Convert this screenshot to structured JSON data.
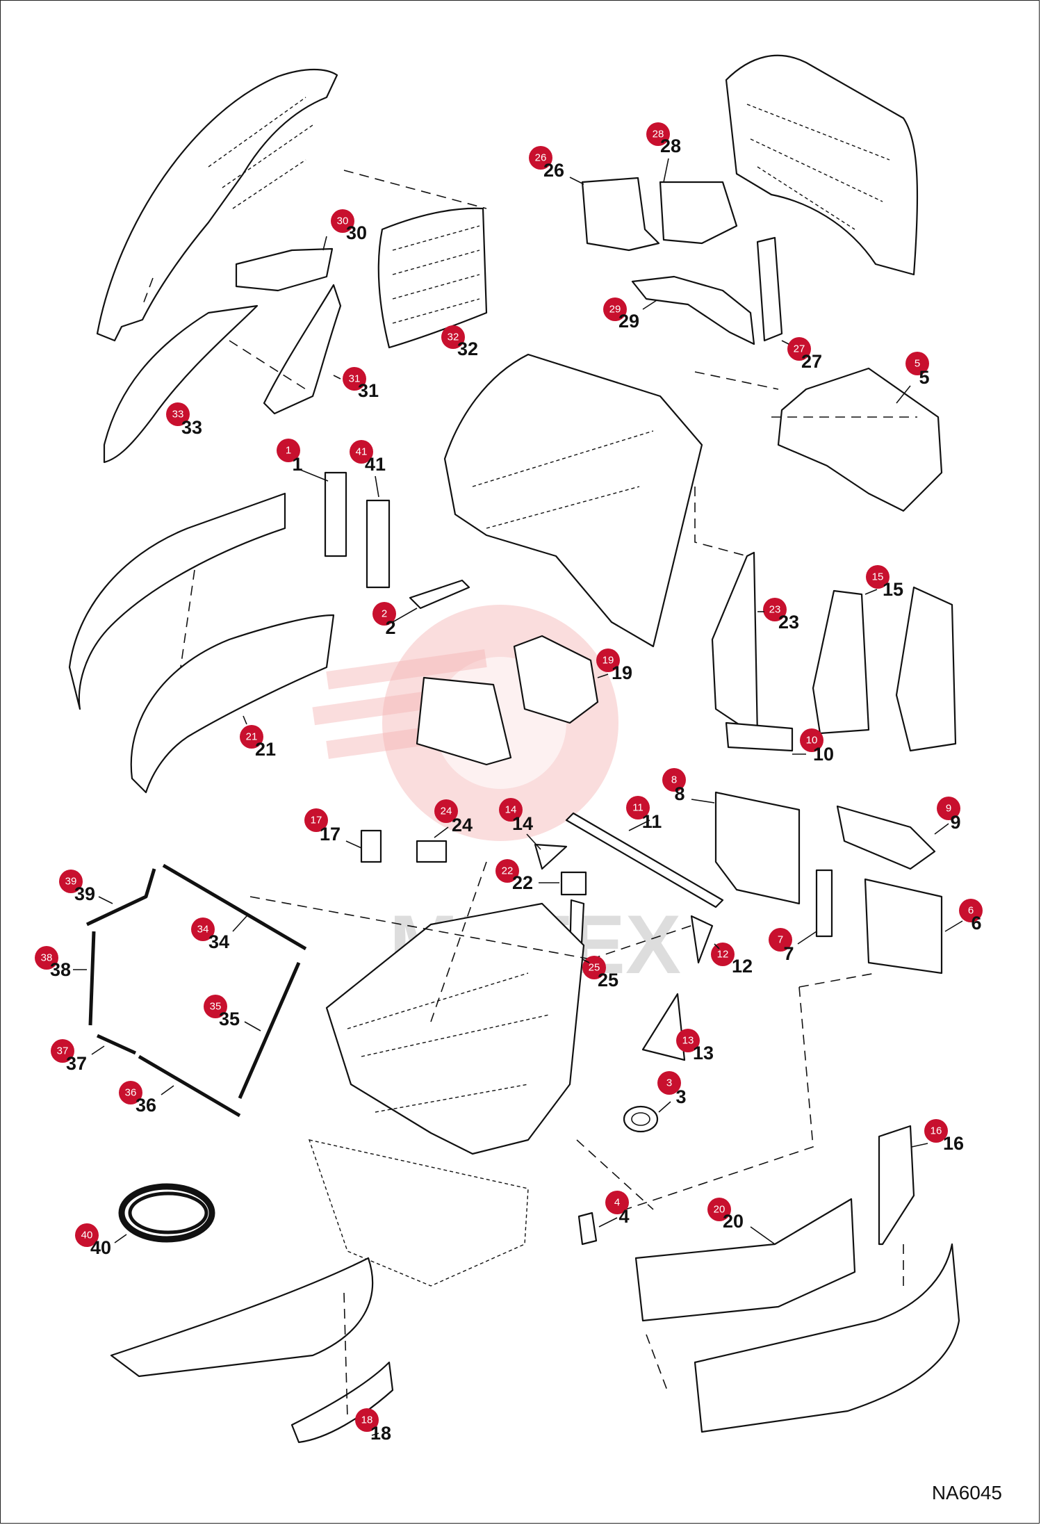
{
  "drawing_code": "NA6045",
  "watermark": "MHTEX",
  "colors": {
    "badge": "#c8102e",
    "line": "#111111",
    "watermark": "#f4b3b3"
  },
  "callouts": [
    {
      "id": "1",
      "badge": "1",
      "label": "1"
    },
    {
      "id": "2",
      "badge": "2",
      "label": "2"
    },
    {
      "id": "3",
      "badge": "3",
      "label": "3"
    },
    {
      "id": "4",
      "badge": "4",
      "label": "4"
    },
    {
      "id": "5",
      "badge": "5",
      "label": "5"
    },
    {
      "id": "6",
      "badge": "6",
      "label": "6"
    },
    {
      "id": "7",
      "badge": "7",
      "label": "7"
    },
    {
      "id": "8",
      "badge": "8",
      "label": "8"
    },
    {
      "id": "9",
      "badge": "9",
      "label": "9"
    },
    {
      "id": "10",
      "badge": "10",
      "label": "10"
    },
    {
      "id": "11",
      "badge": "11",
      "label": "11"
    },
    {
      "id": "12",
      "badge": "12",
      "label": "12"
    },
    {
      "id": "13",
      "badge": "13",
      "label": "13"
    },
    {
      "id": "14",
      "badge": "14",
      "label": "14"
    },
    {
      "id": "15",
      "badge": "15",
      "label": "15"
    },
    {
      "id": "16",
      "badge": "16",
      "label": "16"
    },
    {
      "id": "17",
      "badge": "17",
      "label": "17"
    },
    {
      "id": "18",
      "badge": "18",
      "label": "18"
    },
    {
      "id": "19",
      "badge": "19",
      "label": "19"
    },
    {
      "id": "20",
      "badge": "20",
      "label": "20"
    },
    {
      "id": "21",
      "badge": "21",
      "label": "21"
    },
    {
      "id": "22",
      "badge": "22",
      "label": "22"
    },
    {
      "id": "23",
      "badge": "23",
      "label": "23"
    },
    {
      "id": "24",
      "badge": "24",
      "label": "24"
    },
    {
      "id": "25",
      "badge": "25",
      "label": "25"
    },
    {
      "id": "26",
      "badge": "26",
      "label": "26"
    },
    {
      "id": "27",
      "badge": "27",
      "label": "27"
    },
    {
      "id": "28",
      "badge": "28",
      "label": "28"
    },
    {
      "id": "29",
      "badge": "29",
      "label": "29"
    },
    {
      "id": "30",
      "badge": "30",
      "label": "30"
    },
    {
      "id": "31",
      "badge": "31",
      "label": "31"
    },
    {
      "id": "32",
      "badge": "32",
      "label": "32"
    },
    {
      "id": "33",
      "badge": "33",
      "label": "33"
    },
    {
      "id": "34",
      "badge": "34",
      "label": "34"
    },
    {
      "id": "35",
      "badge": "35",
      "label": "35"
    },
    {
      "id": "36",
      "badge": "36",
      "label": "36"
    },
    {
      "id": "37",
      "badge": "37",
      "label": "37"
    },
    {
      "id": "38",
      "badge": "38",
      "label": "38"
    },
    {
      "id": "39",
      "badge": "39",
      "label": "39"
    },
    {
      "id": "40",
      "badge": "40",
      "label": "40"
    },
    {
      "id": "41",
      "badge": "41",
      "label": "41"
    }
  ]
}
